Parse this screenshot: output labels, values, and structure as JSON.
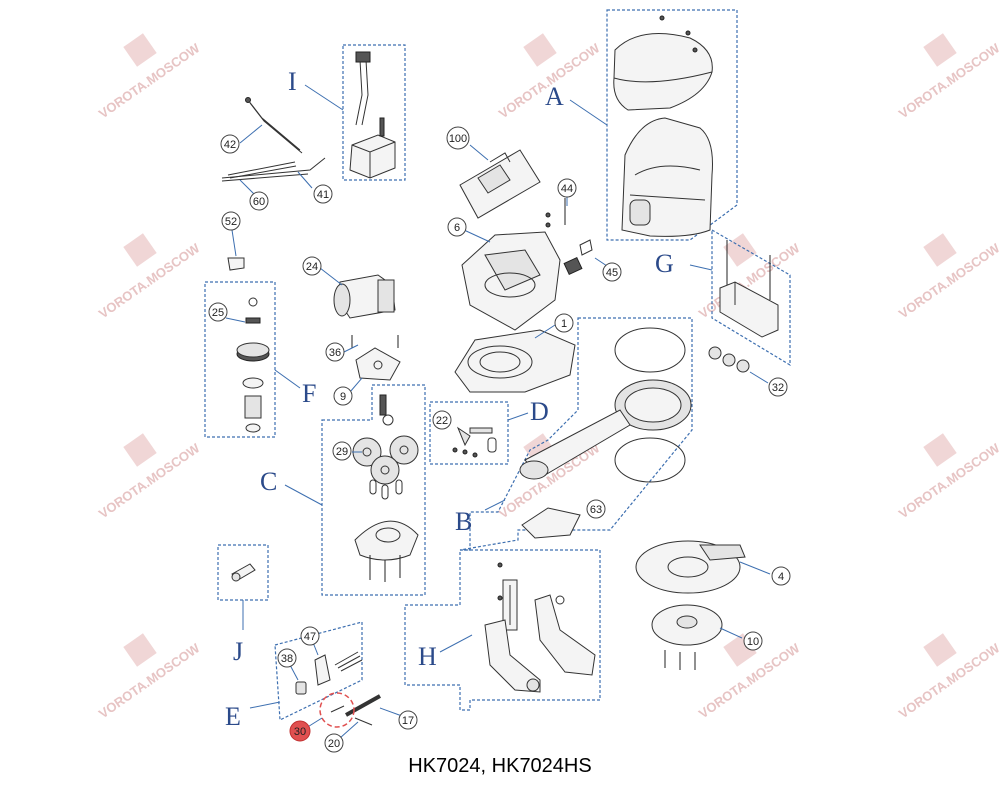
{
  "caption": "HK7024, HK7024HS",
  "watermark": "VOROTA.MOSCOW",
  "groups": {
    "A": "A",
    "B": "B",
    "C": "C",
    "D": "D",
    "E": "E",
    "F": "F",
    "G": "G",
    "H": "H",
    "I": "I",
    "J": "J"
  },
  "parts": {
    "p100": "100",
    "p44": "44",
    "p6": "6",
    "p45": "45",
    "p1": "1",
    "p42": "42",
    "p41": "41",
    "p60": "60",
    "p52": "52",
    "p24": "24",
    "p36": "36",
    "p9": "9",
    "p25": "25",
    "p29": "29",
    "p22": "22",
    "p63": "63",
    "p4": "4",
    "p10": "10",
    "p32": "32",
    "p47": "47",
    "p38": "38",
    "p30": "30",
    "p17": "17",
    "p20": "20"
  },
  "colors": {
    "group_box": "#3d6fb0",
    "group_letter": "#2b4a8a",
    "highlight": "#e05050"
  }
}
